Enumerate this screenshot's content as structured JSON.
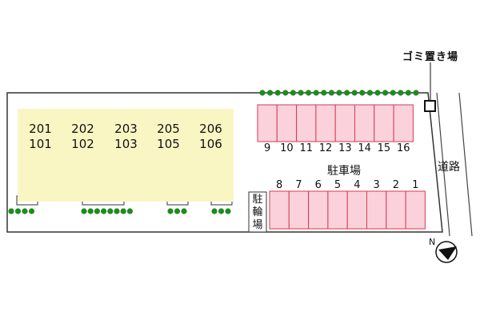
{
  "garbage_label": "ゴミ置き場",
  "road_label": "道路",
  "parking_label": "駐車場",
  "bicycle_label": "駐輪場",
  "units": [
    {
      "upper": "201",
      "lower": "101"
    },
    {
      "upper": "202",
      "lower": "102"
    },
    {
      "upper": "203",
      "lower": "103"
    },
    {
      "upper": "205",
      "lower": "105"
    },
    {
      "upper": "206",
      "lower": "106"
    }
  ],
  "parking_top": [
    "9",
    "10",
    "11",
    "12",
    "13",
    "14",
    "15",
    "16"
  ],
  "parking_bottom": [
    "8",
    "7",
    "6",
    "5",
    "4",
    "3",
    "2",
    "1"
  ],
  "colors": {
    "unit_fill": "#faf6c4",
    "parking_fill": "#fbd2dc",
    "parking_stroke": "#d63a55",
    "shrub": "#1f8a1f",
    "outline": "#333333"
  }
}
